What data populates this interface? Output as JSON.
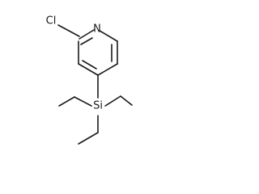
{
  "molecule": {
    "atoms": {
      "nitrogen": "N",
      "chlorine": "Cl",
      "silicon": "Si"
    }
  },
  "colors": {
    "ink": "#1a1a1a",
    "background": "#ffffff"
  }
}
